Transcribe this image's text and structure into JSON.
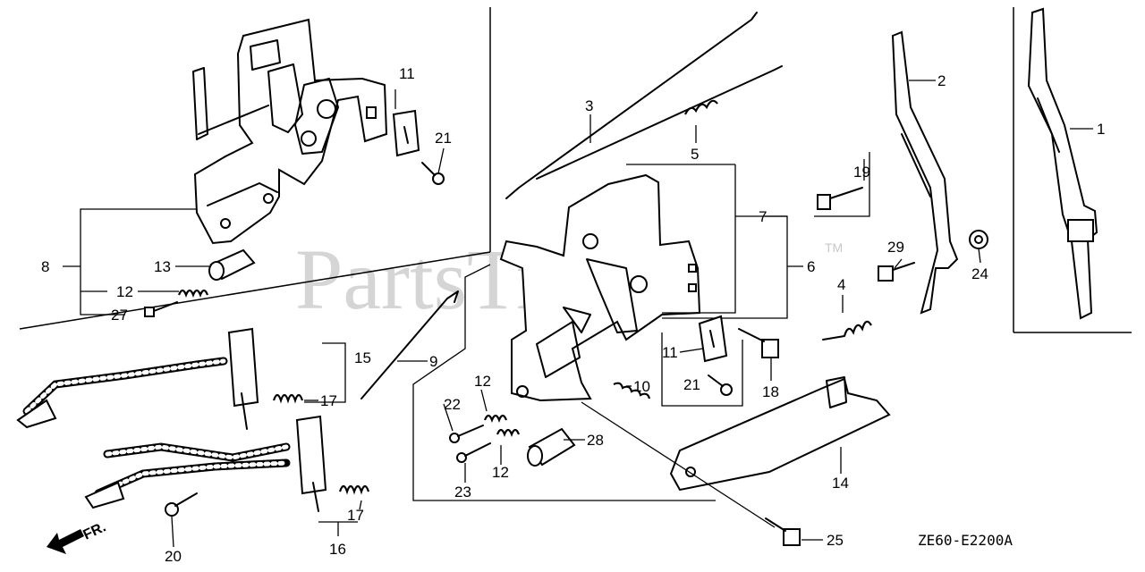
{
  "watermark": {
    "text": "PartsTree",
    "tm": "TM"
  },
  "diagram_code": "ZE60-E2200A",
  "direction_label": "FR.",
  "callouts": {
    "c1": "1",
    "c2": "2",
    "c3": "3",
    "c4": "4",
    "c5": "5",
    "c6": "6",
    "c7": "7",
    "c8": "8",
    "c9": "9",
    "c10": "10",
    "c11a": "11",
    "c11b": "11",
    "c12a": "12",
    "c12b": "12",
    "c12c": "12",
    "c13": "13",
    "c14": "14",
    "c15": "15",
    "c16": "16",
    "c17a": "17",
    "c17b": "17",
    "c18": "18",
    "c19": "19",
    "c20": "20",
    "c21a": "21",
    "c21b": "21",
    "c22": "22",
    "c23": "23",
    "c24": "24",
    "c25": "25",
    "c27": "27",
    "c28": "28",
    "c29": "29"
  }
}
